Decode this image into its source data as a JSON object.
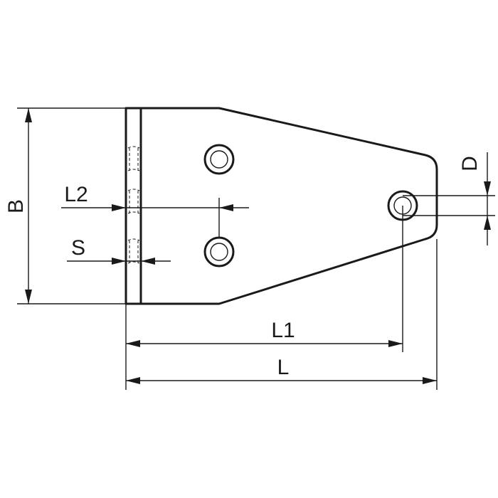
{
  "labels": {
    "B": "B",
    "L2": "L2",
    "S": "S",
    "D": "D",
    "L1": "L1",
    "L": "L"
  },
  "colors": {
    "line": "#1a1a1a",
    "background": "#ffffff"
  }
}
